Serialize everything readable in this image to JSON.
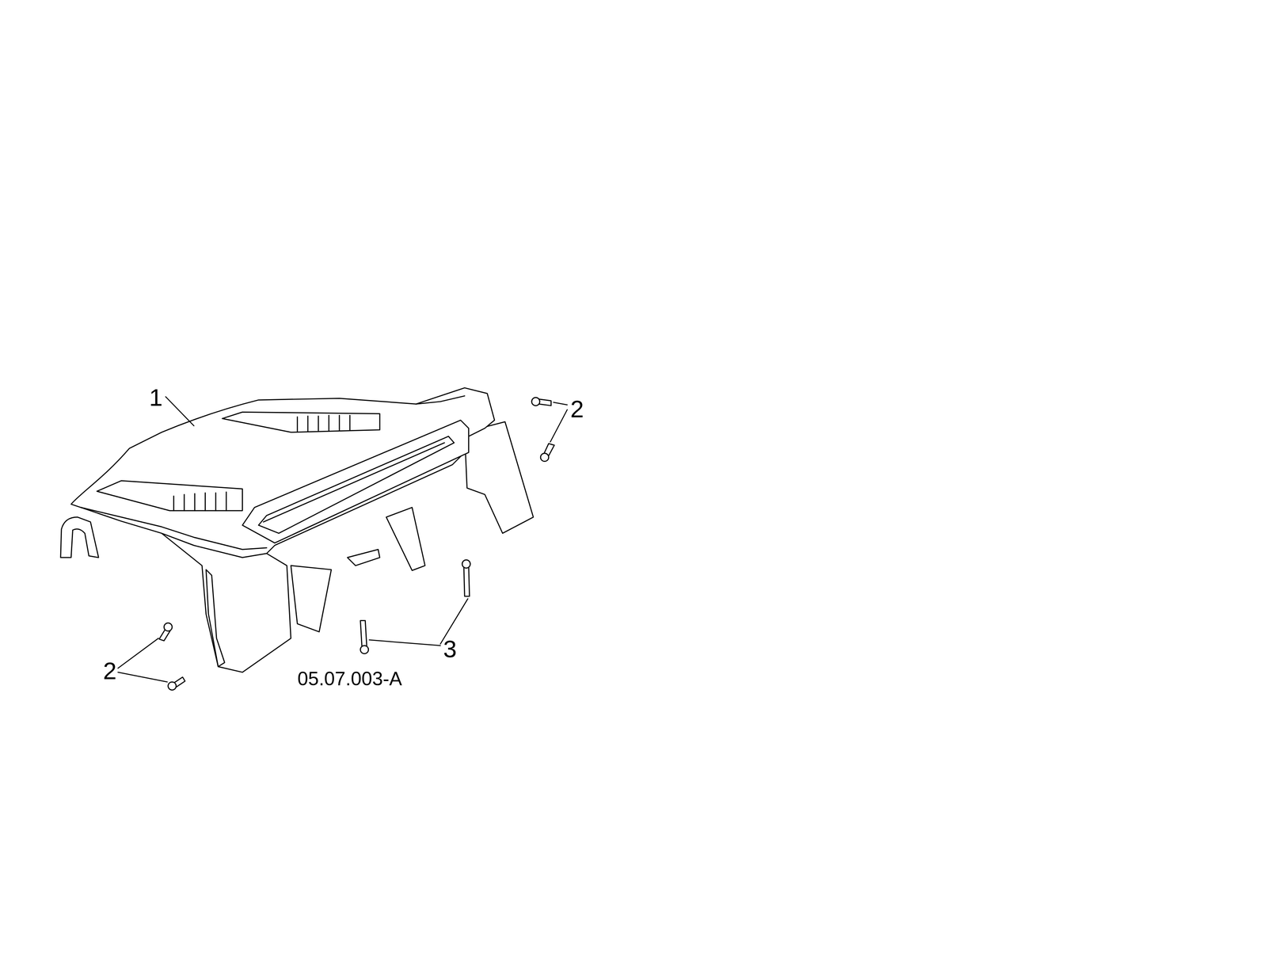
{
  "diagram": {
    "labels": [
      "1",
      "2",
      "3",
      "2",
      "05.07.003-A"
    ]
  }
}
